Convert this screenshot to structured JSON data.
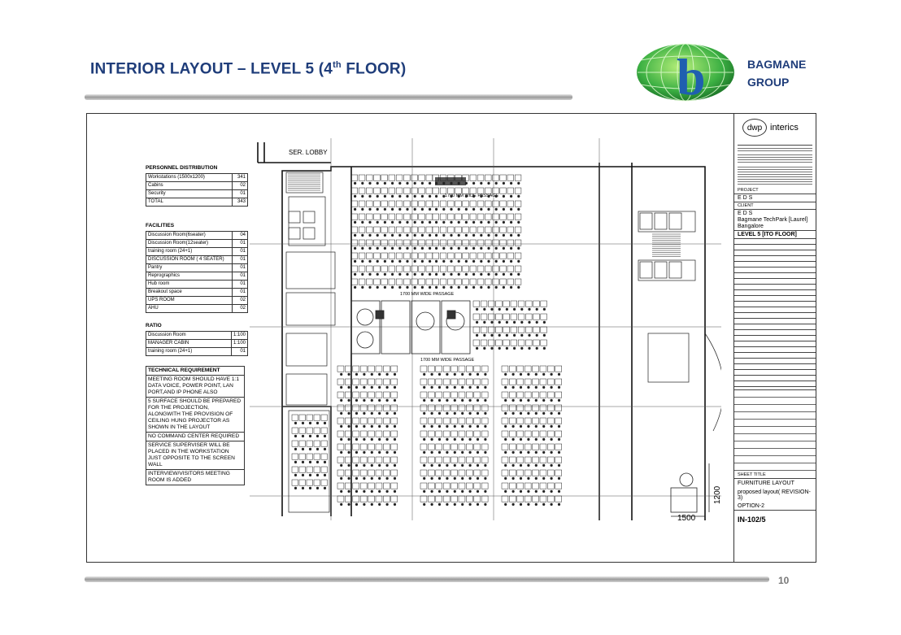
{
  "slide": {
    "title_main": "INTERIOR LAYOUT – LEVEL 5 (4",
    "title_sup": "th",
    "title_tail": " FLOOR)",
    "brand_line1": "BAGMANE",
    "brand_line2": "GROUP",
    "logo_letter": "b",
    "page_number": "10"
  },
  "colors": {
    "title": "#1f3d7a",
    "logo_green": "#3cb043",
    "logo_blue": "#1f5fb0"
  },
  "legend": {
    "personnel_title": "PERSONNEL DISTRIBUTION",
    "personnel": [
      {
        "label": "Workstations (1500x1200)",
        "value": "341"
      },
      {
        "label": "Cabins",
        "value": "02"
      },
      {
        "label": "Security",
        "value": "01"
      },
      {
        "label": "TOTAL",
        "value": "343"
      }
    ],
    "facilities_title": "FACILITIES",
    "facilities": [
      {
        "label": "Discussion Room(6seater)",
        "value": "04"
      },
      {
        "label": "Discussion Room(12seater)",
        "value": "01"
      },
      {
        "label": "training room (24+1)",
        "value": "01"
      },
      {
        "label": "DISCUSSION ROOM ( 4 SEATER)",
        "value": "01"
      },
      {
        "label": "Pantry",
        "value": "01"
      },
      {
        "label": "Reprographics",
        "value": "01"
      },
      {
        "label": "Hub room",
        "value": "01"
      },
      {
        "label": "Breakout space",
        "value": "01"
      },
      {
        "label": "UPS ROOM",
        "value": "02"
      },
      {
        "label": "AHU",
        "value": "02"
      }
    ],
    "ratio_title": "RATIO",
    "ratio": [
      {
        "label": "Discussion Room",
        "value": "1:100"
      },
      {
        "label": "MANAGER CABIN",
        "value": "1:100"
      },
      {
        "label": "training room (24+1)",
        "value": "01"
      }
    ],
    "tech_title": "TECHNICAL REQUIREMENT",
    "tech": [
      "MEETING ROOM SHOULD HAVE 1:1 DATA VOICE, POWER POINT, LAN PORT,AND IP PHONE ALSO",
      "5 SURFACE SHOULD BE PREPARED FOR THE PROJECTION, ALONGWITH THE PROVISION OF CEILING HUNG PROJECTOR AS SHOWN IN THE LAYOUT",
      "NO COMMAND CENTER REQUIRED",
      "SERVICE SUPERVISER WILL BE PLACED IN THE WORKSTATION JUST OPPOSITE TO THE SCREEN WALL",
      "INTERVIEW/VISITORS MEETING ROOM IS ADDED"
    ]
  },
  "plan": {
    "lobby": "SER. LOBBY",
    "passage_top": "1700 MM WIDE PASSAGE",
    "passage_mid": "1700 MM WIDE PASSAGE",
    "passage_low": "1700 MM WIDE PASSAGE",
    "dim_h": "1500",
    "dim_v": "1200"
  },
  "title_block": {
    "firm_mark": "dwp",
    "firm_name": "interics",
    "project_label": "PROJECT",
    "project": "E D S",
    "client_label": "CLIENT",
    "client": "E D S",
    "site": "Bagmane TechPark [Laurel]",
    "city": "Bangalore",
    "level": "LEVEL 5 [ITO FLOOR]",
    "sheet_label": "SHEET TITLE",
    "sheet_title": "FURNITURE LAYOUT",
    "sheet_sub": "proposed layout( REVISION-3)",
    "option": "OPTION-2",
    "drawing_no": "IN-102/5"
  }
}
